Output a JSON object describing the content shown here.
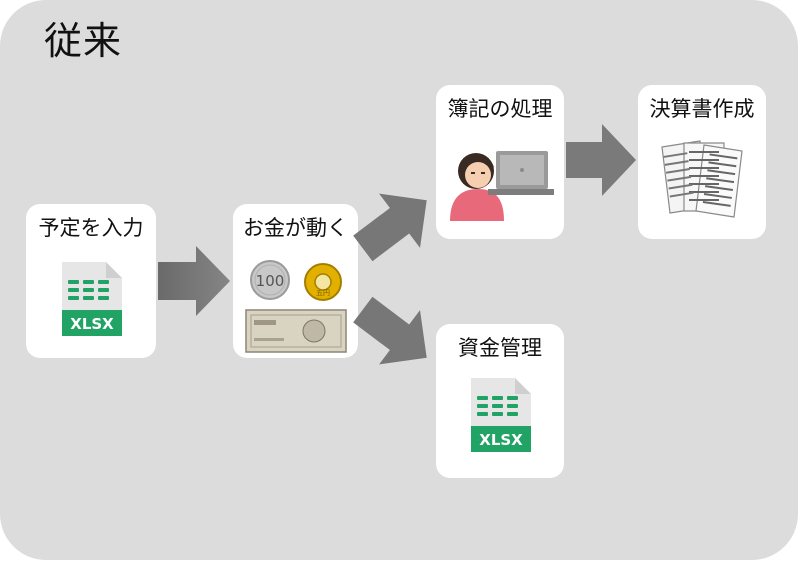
{
  "header": {
    "title": "従来"
  },
  "steps": {
    "input": {
      "label": "予定を入力",
      "file_badge": "XLSX"
    },
    "money": {
      "label": "お金が動く",
      "coin_100": "100",
      "coin_yen": "五円"
    },
    "bookkeeping": {
      "label": "簿記の処理"
    },
    "statements": {
      "label": "決算書作成"
    },
    "funds": {
      "label": "資金管理",
      "file_badge": "XLSX"
    }
  },
  "colors": {
    "background_panel": "#dcdcdc",
    "card": "#ffffff",
    "arrow": "#777777",
    "excel_green": "#21a366"
  },
  "icons": {
    "input": "xlsx-file-icon",
    "money": "coins-and-banknote-icon",
    "bookkeeping": "person-at-laptop-icon",
    "statements": "documents-stack-icon",
    "funds": "xlsx-file-icon"
  }
}
